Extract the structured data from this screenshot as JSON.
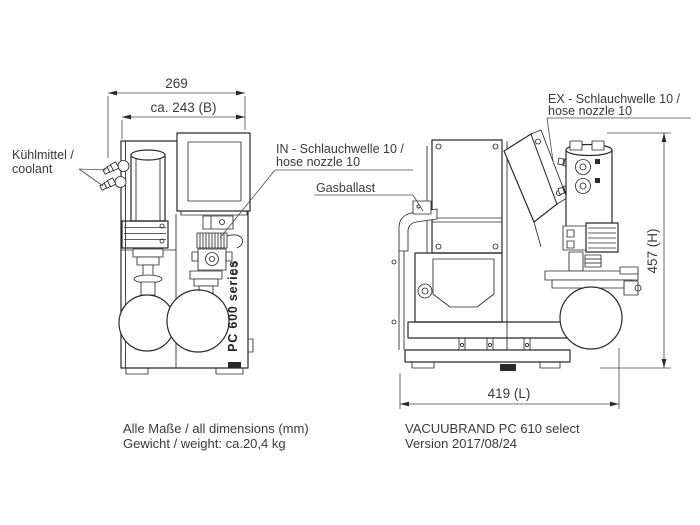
{
  "dimensions": {
    "top_outer": "269",
    "top_body": "ca. 243 (B)",
    "height": "457 (H)",
    "length": "419 (L)"
  },
  "labels": {
    "coolant": {
      "line1": "Kühlmittel /",
      "line2": "coolant"
    },
    "inlet": {
      "line1": "IN - Schlauchwelle 10 /",
      "line2": "hose nozzle 10"
    },
    "gasballast": "Gasballast",
    "exhaust": {
      "line1": "EX - Schlauchwelle 10 /",
      "line2": "hose nozzle 10"
    }
  },
  "branding": {
    "series_marking": "PC 600 series"
  },
  "notes": {
    "dimensions_note": "Alle Maße / all dimensions (mm)",
    "weight_note": "Gewicht / weight:  ca.20,4 kg"
  },
  "title_block": {
    "product": "VACUUBRAND PC 610 select",
    "version": "Version 2017/08/24"
  },
  "colors": {
    "line": "#2a2a2a",
    "dim_line": "#4a4a4a",
    "text": "#3a3a3a",
    "background": "#ffffff"
  }
}
